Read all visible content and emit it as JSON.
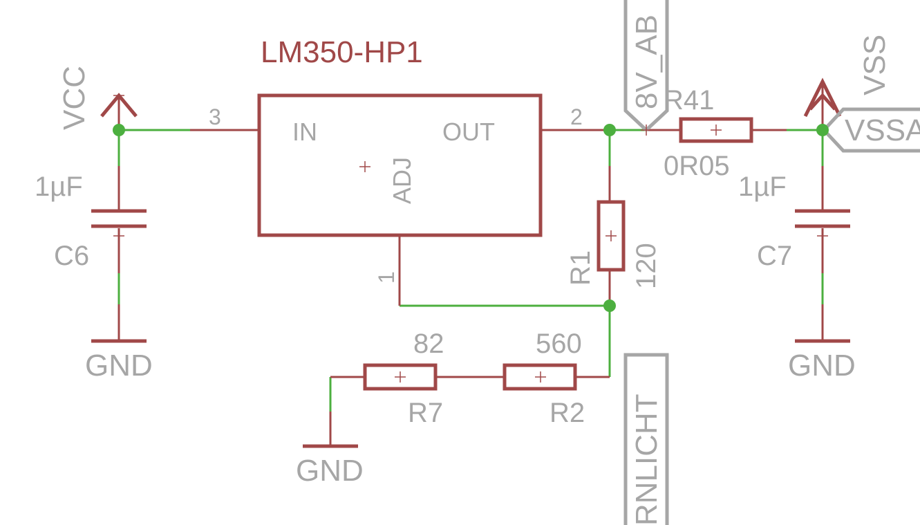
{
  "colors": {
    "part": "#a04848",
    "wire": "#4caf3f",
    "label": "#a6a6a6",
    "background": "#ffffff"
  },
  "regulator": {
    "name": "LM350-HP1",
    "pin_in": "IN",
    "pin_out": "OUT",
    "pin_adj": "ADJ",
    "pin_in_num": "3",
    "pin_out_num": "2",
    "pin_adj_num": "1"
  },
  "supplies": {
    "vcc": "VCC",
    "vss": "VSS",
    "gnd_left": "GND",
    "gnd_bottom": "GND",
    "gnd_right": "GND"
  },
  "components": {
    "c6": {
      "name": "C6",
      "value": "1µF"
    },
    "c7": {
      "name": "C7",
      "value": "1µF"
    },
    "r41": {
      "name": "R41",
      "value": "0R05"
    },
    "r1": {
      "name": "R1",
      "value": "120"
    },
    "r7": {
      "name": "R7",
      "value": "82"
    },
    "r2": {
      "name": "R2",
      "value": "560"
    }
  },
  "net_labels": {
    "top": "8V_AB",
    "right": "VSSA",
    "bottom": "RNLICHT"
  }
}
